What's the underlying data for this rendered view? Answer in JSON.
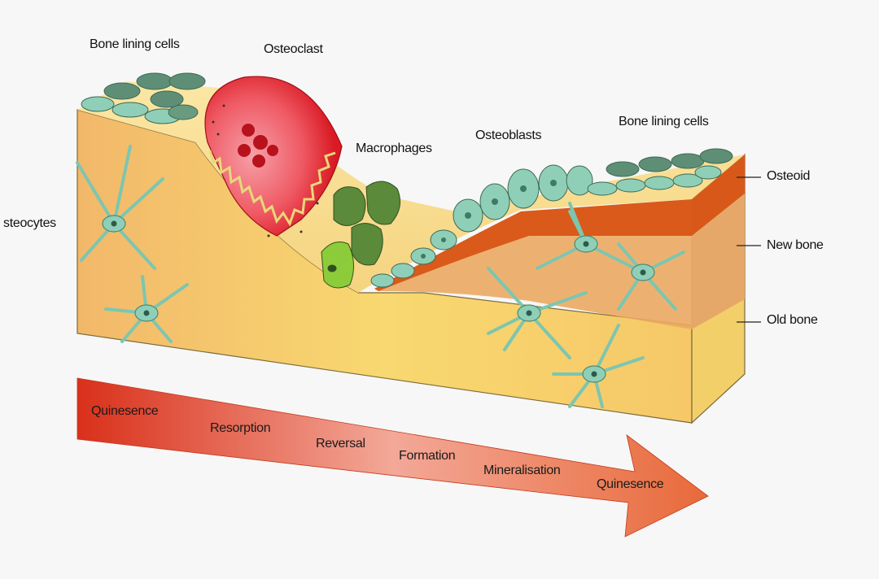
{
  "labels": {
    "bone_lining_cells_left": "Bone lining cells",
    "osteoclast": "Osteoclast",
    "macrophages": "Macrophages",
    "osteoblasts": "Osteoblasts",
    "bone_lining_cells_right": "Bone lining cells",
    "osteocytes": "steocytes",
    "osteoid": "Osteoid",
    "new_bone": "New bone",
    "old_bone": "Old bone"
  },
  "phases": [
    "Quinesence",
    "Resorption",
    "Reversal",
    "Formation",
    "Mineralisation",
    "Quinesence"
  ],
  "colors": {
    "background": "#f7f7f7",
    "old_bone_light": "#f8e27a",
    "old_bone_dark": "#f0b060",
    "new_bone": "#e8a050",
    "osteoid": "#d95a1a",
    "lining_cell": "#8fcfb8",
    "lining_cell_dark": "#5a8a6e",
    "osteoclast": "#d91a24",
    "osteoclast_inner": "#f08a8a",
    "macrophage": "#5a8a3a",
    "macrophage_light": "#8ccc3a",
    "arrow_start": "#d9301a",
    "arrow_end": "#f0a890"
  }
}
